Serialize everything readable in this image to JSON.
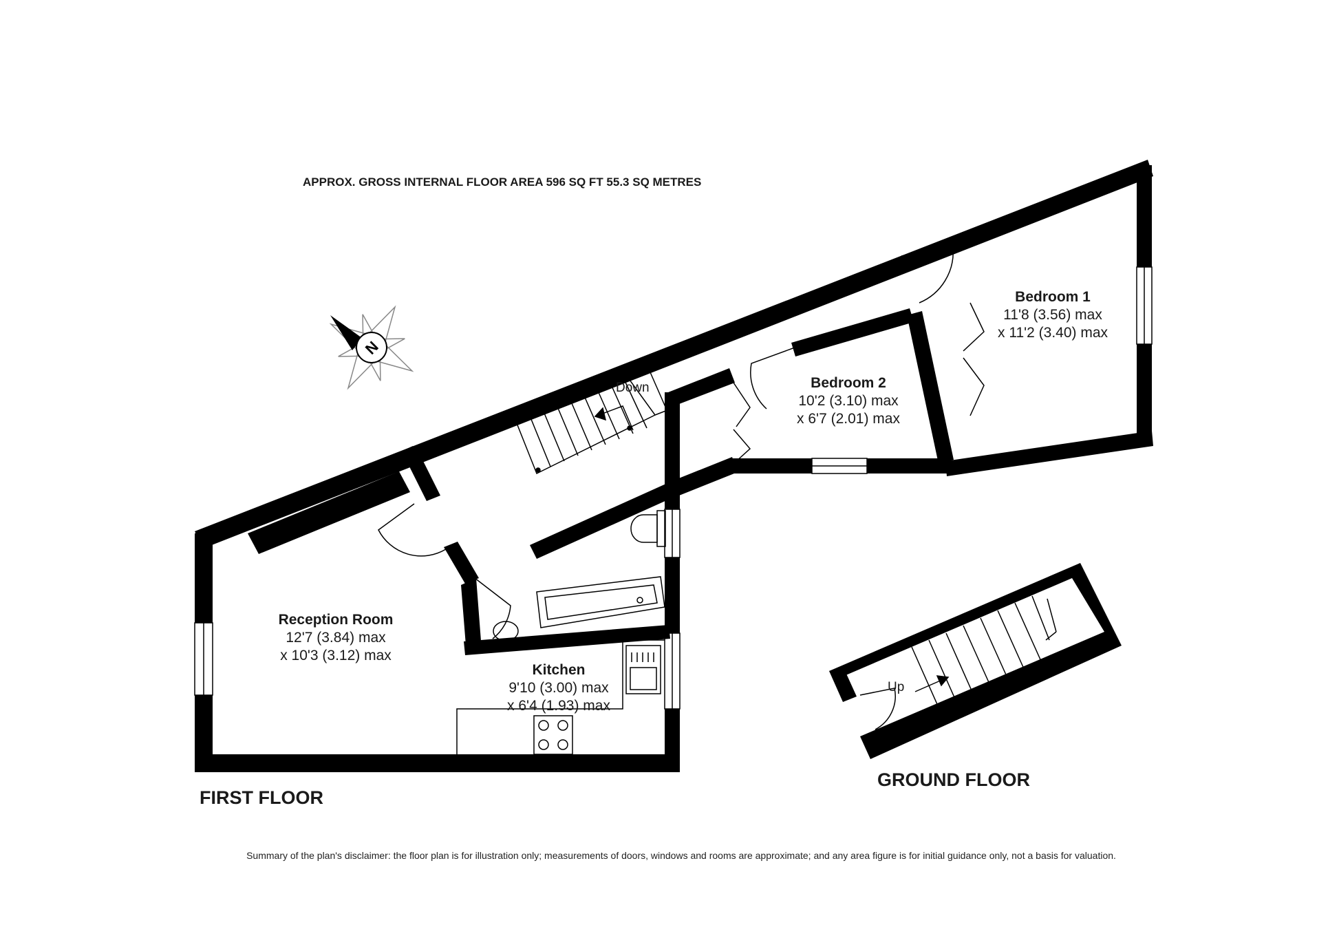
{
  "header": {
    "area_label": "APPROX. GROSS INTERNAL FLOOR AREA 596 SQ FT 55.3 SQ METRES"
  },
  "compass": {
    "letter": "N"
  },
  "floors": {
    "first_floor": "FIRST FLOOR",
    "ground_floor": "GROUND FLOOR"
  },
  "rooms": {
    "bedroom1": {
      "name": "Bedroom 1",
      "dim1": "11'8 (3.56) max",
      "dim2": "x 11'2 (3.40) max"
    },
    "bedroom2": {
      "name": "Bedroom 2",
      "dim1": "10'2 (3.10) max",
      "dim2": "x 6'7 (2.01) max"
    },
    "reception": {
      "name": "Reception Room",
      "dim1": "12'7 (3.84) max",
      "dim2": "x 10'3 (3.12) max"
    },
    "kitchen": {
      "name": "Kitchen",
      "dim1": "9'10 (3.00) max",
      "dim2": "x 6'4 (1.93) max"
    }
  },
  "stairs": {
    "down": "Down",
    "up": "Up"
  },
  "disclaimer_summary": "Summary of the plan's disclaimer: the floor plan is for illustration only; measurements of doors, windows and rooms are approximate; and any area figure is for initial guidance only, not a basis for valuation."
}
